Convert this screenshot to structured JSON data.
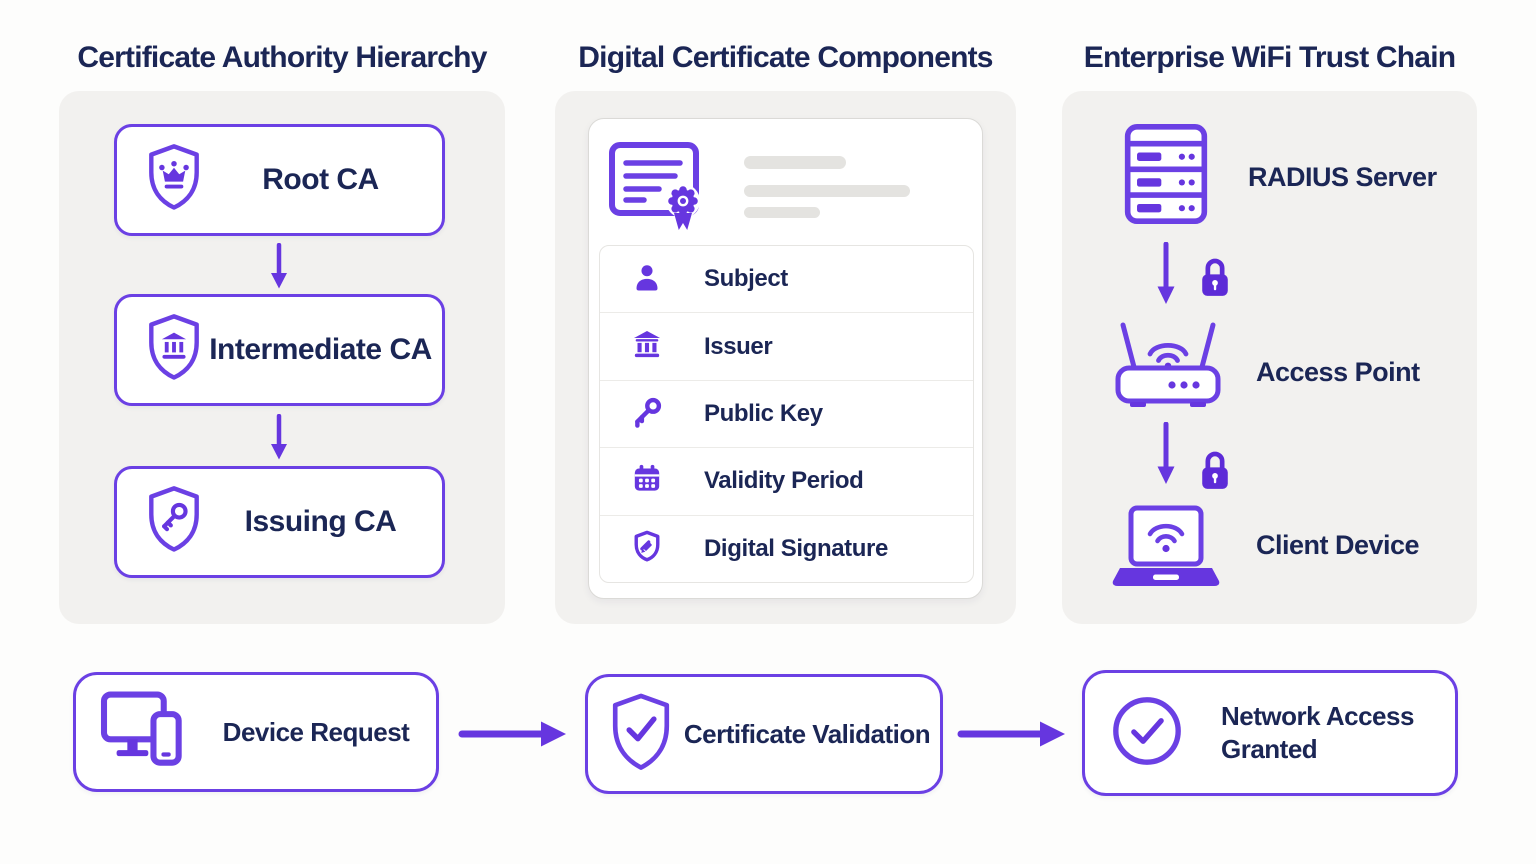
{
  "colors": {
    "page_bg": "#fdfdfc",
    "panel_bg": "#f2f1ef",
    "accent": "#6b40e4",
    "accent_fill": "#6636df",
    "lock_fill": "#5d2bd7",
    "navy_text": "#1b2655",
    "card_border": "#dbdad7",
    "list_border": "#e6e5e2",
    "divider": "#ecebe8",
    "placeholder_bar": "#e4e3e0"
  },
  "columns": {
    "ca_hierarchy": {
      "title": "Certificate Authority Hierarchy",
      "nodes": [
        {
          "label": "Root CA",
          "icon": "shield-crown-icon"
        },
        {
          "label": "Intermediate CA",
          "icon": "shield-bank-icon"
        },
        {
          "label": "Issuing CA",
          "icon": "shield-key-icon"
        }
      ]
    },
    "certificate_components": {
      "title": "Digital Certificate Components",
      "fields": [
        {
          "label": "Subject",
          "icon": "user-icon"
        },
        {
          "label": "Issuer",
          "icon": "bank-icon"
        },
        {
          "label": "Public Key",
          "icon": "key-icon"
        },
        {
          "label": "Validity Period",
          "icon": "calendar-icon"
        },
        {
          "label": "Digital Signature",
          "icon": "signature-shield-icon"
        }
      ]
    },
    "wifi_trust_chain": {
      "title": "Enterprise WiFi Trust Chain",
      "nodes": [
        {
          "label": "RADIUS Server",
          "icon": "server-icon"
        },
        {
          "label": "Access Point",
          "icon": "router-icon"
        },
        {
          "label": "Client Device",
          "icon": "laptop-icon"
        }
      ],
      "link_icon": "lock-icon"
    }
  },
  "flow": {
    "steps": [
      {
        "label": "Device Request",
        "icon": "devices-icon"
      },
      {
        "label": "Certificate Validation",
        "icon": "shield-check-icon"
      },
      {
        "label": "Network Access Granted",
        "icon": "circle-check-icon"
      }
    ]
  }
}
